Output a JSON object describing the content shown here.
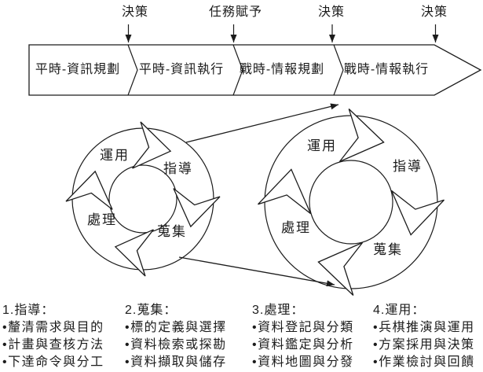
{
  "canvas": {
    "background": "#ffffff",
    "line_color": "#1c1c1c"
  },
  "top_annotations": [
    {
      "label": "決策"
    },
    {
      "label": "任務賦予"
    },
    {
      "label": "決策"
    },
    {
      "label": "決策"
    }
  ],
  "process_bar": {
    "segments": [
      {
        "label": "平時-資訊規劃"
      },
      {
        "label": "平時-資訊執行"
      },
      {
        "label": "戰時-情報規劃"
      },
      {
        "label": "戰時-情報執行"
      }
    ]
  },
  "cycles": {
    "small": {
      "stages": [
        {
          "label": "運用"
        },
        {
          "label": "指導"
        },
        {
          "label": "蒐集"
        },
        {
          "label": "處理"
        }
      ]
    },
    "large": {
      "stages": [
        {
          "label": "運用"
        },
        {
          "label": "指導"
        },
        {
          "label": "蒐集"
        },
        {
          "label": "處理"
        }
      ]
    }
  },
  "legend": {
    "columns": [
      {
        "heading": "1.指導：",
        "items": [
          "•釐清需求與目的",
          "•計畫與查核方法",
          "•下達命令與分工"
        ]
      },
      {
        "heading": "2.蒐集：",
        "items": [
          "•標的定義與選擇",
          "•資料檢索或探勘",
          "•資料擷取與儲存"
        ]
      },
      {
        "heading": "3.處理：",
        "items": [
          "•資料登記與分類",
          "•資料鑑定與分析",
          "•資料地圖與分發"
        ]
      },
      {
        "heading": "4.運用：",
        "items": [
          "•兵棋推演與運用",
          "•方案採用與決策",
          "•作業檢討與回饋"
        ]
      }
    ]
  }
}
